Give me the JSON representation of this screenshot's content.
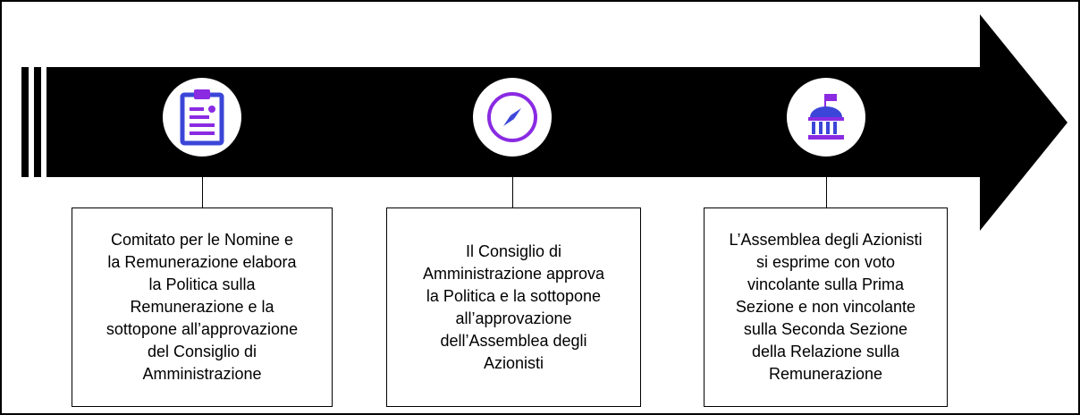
{
  "colors": {
    "arrow": "#000000",
    "icon_accent": "#8a2be2",
    "icon_accent_2": "#3b46d8",
    "icon_bg": "#ffffff"
  },
  "steps": [
    {
      "icon": "clipboard-icon",
      "text": "Comitato per le Nomine e\nla Remunerazione elabora\nla Politica sulla\nRemunerazione e la\nsottopone all’approvazione\ndel Consiglio di\nAmministrazione"
    },
    {
      "icon": "compass-icon",
      "text": "Il Consiglio di\nAmministrazione approva\nla Politica e la sottopone\nall’approvazione\ndell’Assemblea degli\nAzionisti"
    },
    {
      "icon": "bank-building-icon",
      "text": "L’Assemblea degli Azionisti\nsi esprime con voto\nvincolante sulla Prima\nSezione e non vincolante\nsulla Seconda Sezione\ndella Relazione sulla\nRemunerazione"
    }
  ]
}
